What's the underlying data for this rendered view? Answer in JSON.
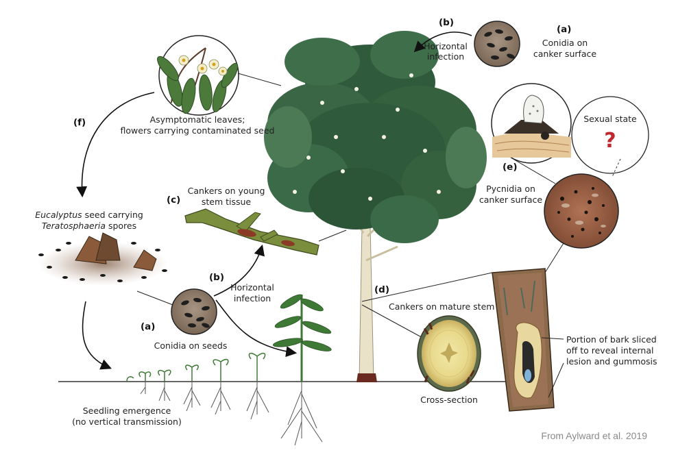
{
  "labels": {
    "a_top": "(a)",
    "conidia_canker_1": "Conidia on",
    "conidia_canker_2": "canker surface",
    "b_top": "(b)",
    "horizontal_top_1": "Horizontal",
    "horizontal_top_2": "infection",
    "asymptomatic_1": "Asymptomatic leaves;",
    "asymptomatic_2": "flowers carrying contaminated seed",
    "f": "(f)",
    "sexual_state": "Sexual state",
    "question": "?",
    "e": "(e)",
    "pycnidia_1": "Pycnidia on",
    "pycnidia_2": "canker surface",
    "c": "(c)",
    "cankers_young_1": "Cankers on young",
    "cankers_young_2": "stem tissue",
    "seed_carrying_1a": "Eucalyptus",
    "seed_carrying_1b": " seed carrying",
    "seed_carrying_2": "Teratosphaeria",
    "seed_carrying_2b": " spores",
    "b_mid": "(b)",
    "horizontal_mid_1": "Horizontal",
    "horizontal_mid_2": "infection",
    "d": "(d)",
    "cankers_mature": "Cankers on mature stem",
    "a_mid": "(a)",
    "conidia_seeds": "Conidia on seeds",
    "bark_1": "Portion of bark sliced",
    "bark_2": "off to reveal internal",
    "bark_3": "lesion and gummosis",
    "cross_section": "Cross-section",
    "seedling_1": "Seedling emergence",
    "seedling_2": "(no vertical transmission)",
    "credit": "From Aylward et al. 2019"
  },
  "colors": {
    "foliage_dark": "#2f5a3c",
    "foliage_mid": "#4b7a55",
    "trunk": "#e8e0c4",
    "lens_brown": "#8c7765",
    "canker_rust": "#a0603a",
    "question_red": "#c0282d",
    "seedling_green": "#3e7a35"
  }
}
